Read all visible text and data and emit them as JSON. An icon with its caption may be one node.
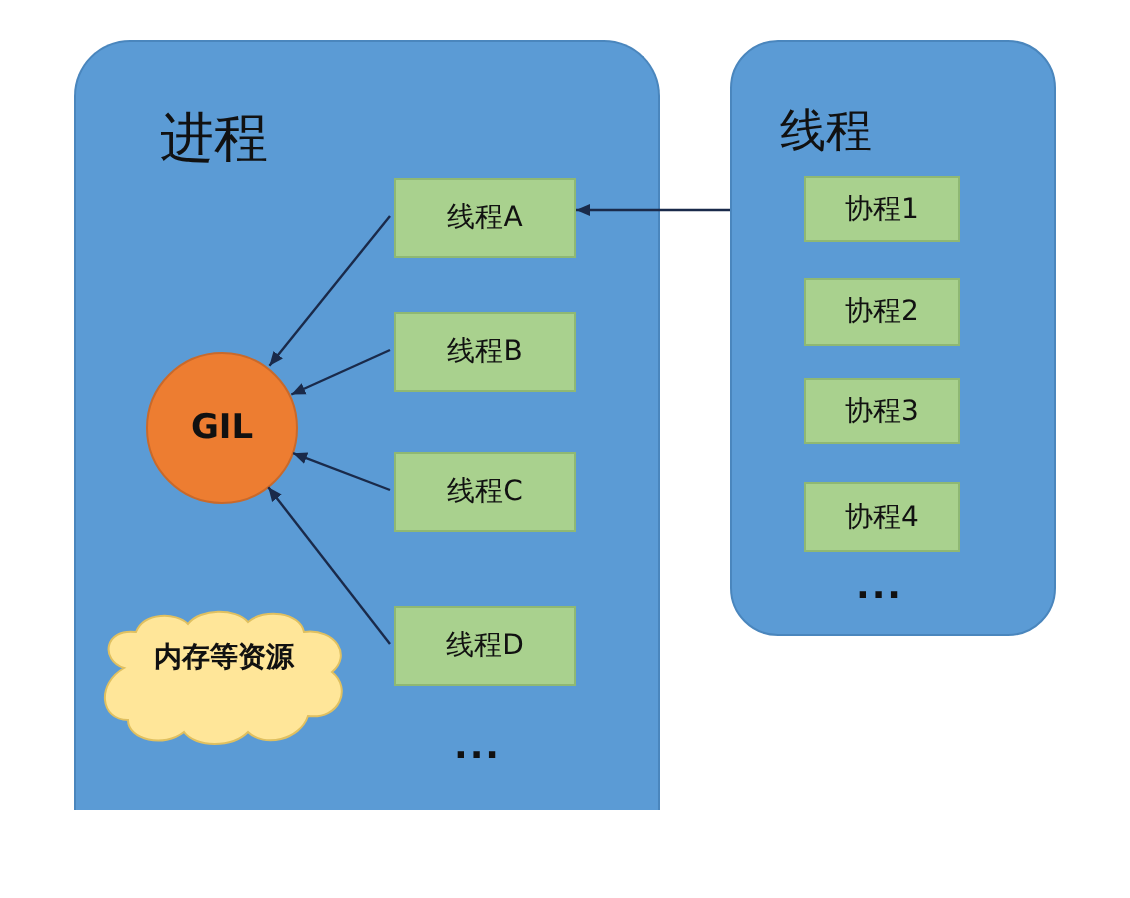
{
  "diagram": {
    "nodes": [
      {
        "text": [
          "进程"
        ]
      },
      {
        "text": [
          "线程A"
        ],
        "in": 0
      },
      {
        "text": [
          "线程B"
        ],
        "in": 0
      },
      {
        "text": [
          "线程C"
        ],
        "in": 0
      },
      {
        "text": [
          "线程D"
        ],
        "in": 0
      },
      {
        "text": [
          "GIL"
        ],
        "in": 0
      },
      {
        "text": [
          "内存等资源"
        ],
        "in": 0
      },
      {
        "text": [
          "线程"
        ]
      },
      {
        "text": [
          "协程1"
        ],
        "in": 7
      },
      {
        "text": [
          "协程2"
        ],
        "in": 7
      },
      {
        "text": [
          "协程3"
        ],
        "in": 7
      },
      {
        "text": [
          "协程4"
        ],
        "in": 7
      }
    ],
    "edges": [
      {
        "from": 1,
        "to": 5,
        "arrow": "to"
      },
      {
        "from": 2,
        "to": 5,
        "arrow": "to"
      },
      {
        "from": 3,
        "to": 5,
        "arrow": "to"
      },
      {
        "from": 4,
        "to": 5,
        "arrow": "to"
      },
      {
        "from": 7,
        "to": 1,
        "arrow": "to"
      }
    ],
    "labels": [
      "...",
      "..."
    ]
  }
}
